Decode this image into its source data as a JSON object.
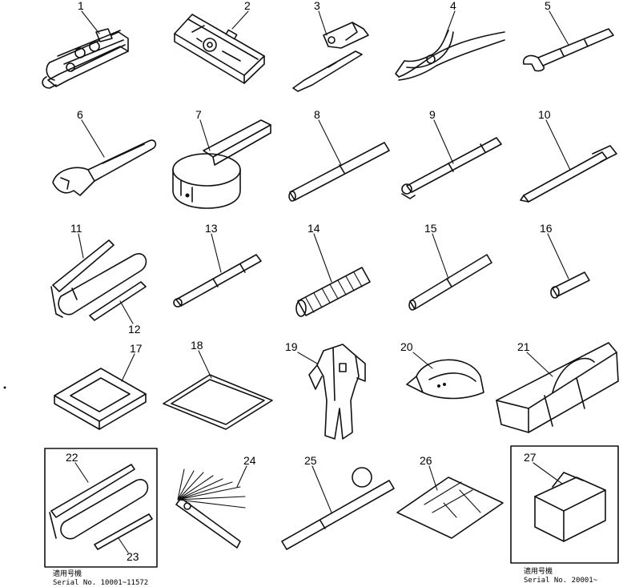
{
  "callouts": [
    "1",
    "2",
    "3",
    "4",
    "5",
    "6",
    "7",
    "8",
    "9",
    "10",
    "11",
    "12",
    "13",
    "14",
    "15",
    "16",
    "17",
    "18",
    "19",
    "20",
    "21",
    "22",
    "23",
    "24",
    "25",
    "26",
    "27"
  ],
  "notes": {
    "left_label": "適用号機",
    "left_serial": "Serial No. 10001~11572",
    "right_label": "適用号機",
    "right_serial": "Serial No. 20001~"
  }
}
